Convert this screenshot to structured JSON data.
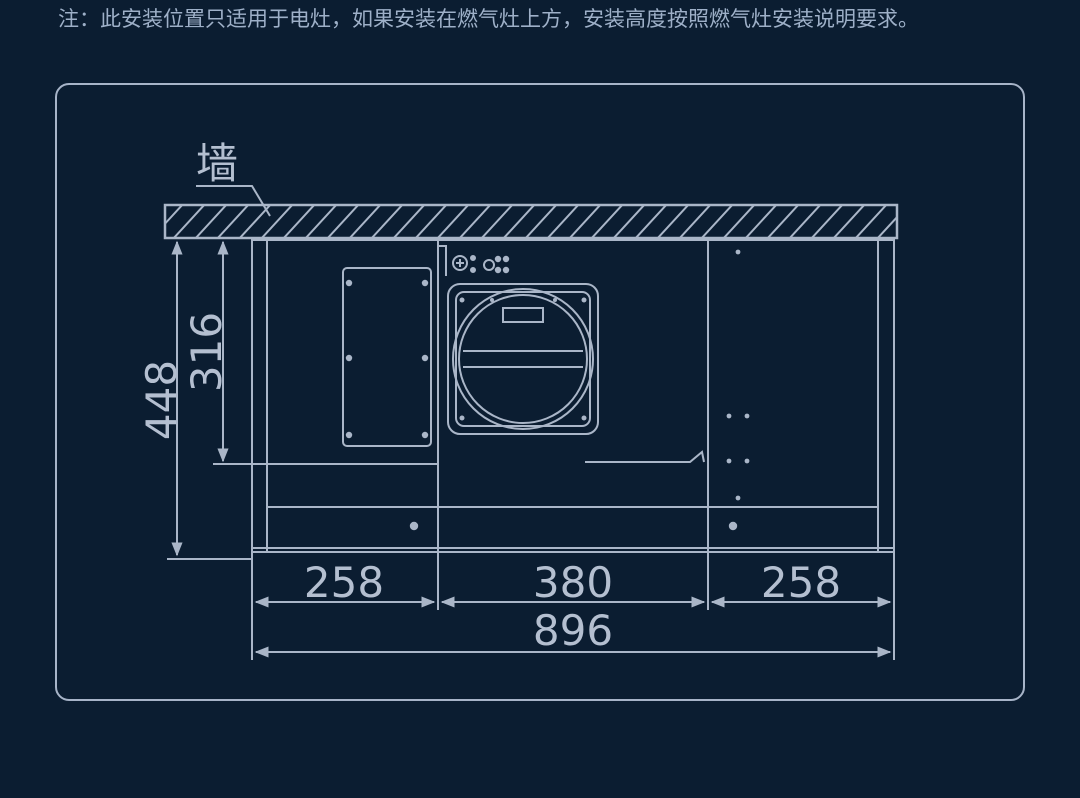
{
  "note": "注：此安装位置只适用于电灶，如果安装在燃气灶上方，安装高度按照燃气灶安装说明要求。",
  "diagram": {
    "wall_label": "墙",
    "dimensions": {
      "height_total": "448",
      "height_upper": "316",
      "width_left": "258",
      "width_center": "380",
      "width_right": "258",
      "width_total": "896"
    }
  },
  "colors": {
    "background": "#0b1d31",
    "line": "#aab6c8",
    "text": "#9eb0c8"
  }
}
